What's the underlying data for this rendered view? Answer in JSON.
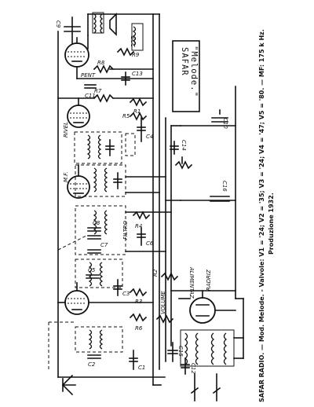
{
  "diagram": {
    "brand_box": {
      "line1": "SAFAR",
      "line2": "\"Melode.\""
    },
    "caption": {
      "line1": "SAFAR RADIO. — Mod. Melode. - Valvole: V1 = '24; V2 = '35; V3 = '24; V4 = '47; V5 = '80. — MF: 175 k Hz.",
      "line2": "Produzione 1932."
    },
    "labels": {
      "pent": "PENT",
      "rivel": "RIVEL",
      "mf": "M.F.",
      "filtro": "FILTRO",
      "alimentaz": "ALIMENTAZ",
      "radriz": "RADRIZ",
      "volume": "VOLUME",
      "c9": "C9",
      "c8": "C8",
      "c7": "C7",
      "c6": "C6",
      "c1": "C1",
      "c2": "C2",
      "c3": "C3",
      "c4": "C4",
      "c5": "C5",
      "c10": "C10",
      "c11": "C11",
      "c12": "C12",
      "c13": "C13",
      "c14": "C14",
      "c15": "C15",
      "c16": "C16",
      "r1": "R1",
      "r2": "R2",
      "r3": "R3",
      "r4": "R4",
      "r5": "R5",
      "r6": "R6",
      "r7": "R7",
      "r8": "R8",
      "r9": "R9",
      "exc": "ECC"
    }
  }
}
